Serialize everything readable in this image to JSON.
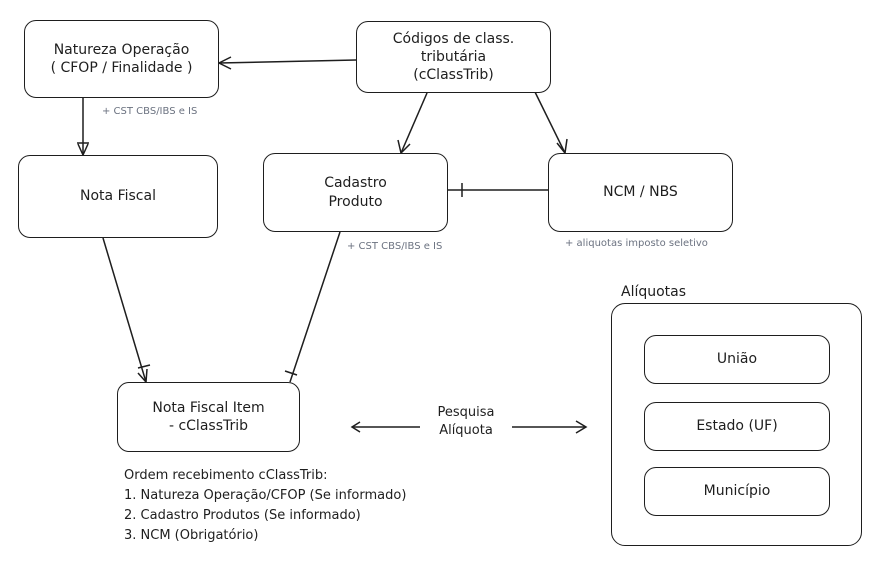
{
  "nodes": {
    "natureza": [
      "Natureza Operação",
      "( CFOP / Finalidade )"
    ],
    "codigos": [
      "Códigos de class.",
      "tributária",
      "(cClassTrib)"
    ],
    "nota_fiscal": [
      "Nota Fiscal"
    ],
    "cadastro": [
      "Cadastro",
      "Produto"
    ],
    "ncm": [
      "NCM / NBS"
    ],
    "nota_item": [
      "Nota Fiscal Item",
      "- cClassTrib"
    ]
  },
  "notes": {
    "cst_natureza": "+ CST CBS/IBS e IS",
    "cst_cadastro": "+ CST CBS/IBS e IS",
    "aliquotas_seletivo": "+ aliquotas imposto seletivo"
  },
  "arrow_label": [
    "Pesquisa",
    "Alíquota"
  ],
  "aliquotas": {
    "title": "Alíquotas",
    "items": [
      "União",
      "Estado (UF)",
      "Município"
    ]
  },
  "order": {
    "title": "Ordem recebimento cClassTrib:",
    "items": [
      "1. Natureza Operação/CFOP (Se informado)",
      "2. Cadastro Produtos (Se informado)",
      "3. NCM (Obrigatório)"
    ]
  }
}
